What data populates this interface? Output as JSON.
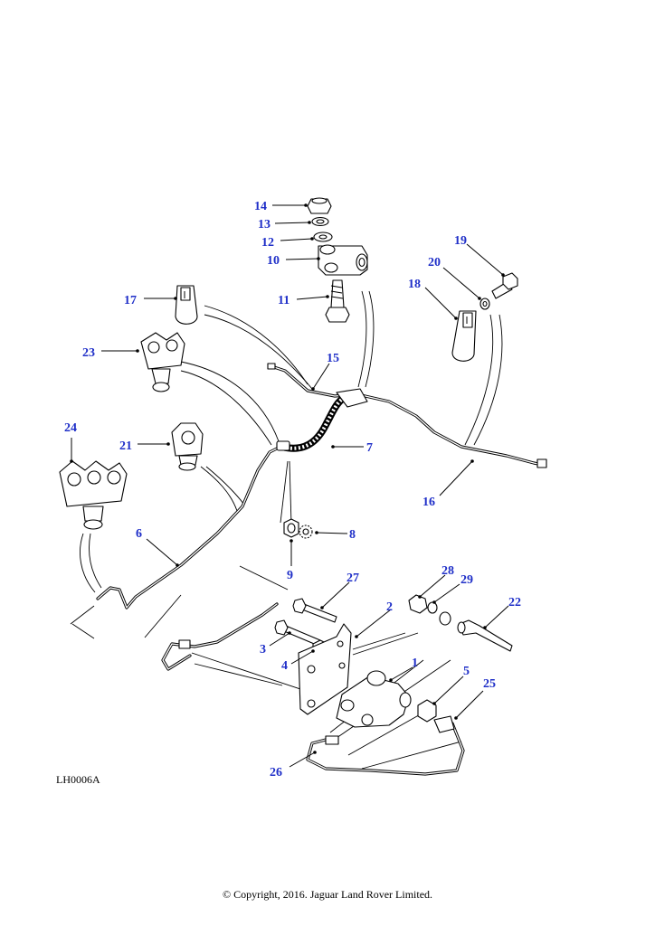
{
  "diagram": {
    "reference_code": "LH0006A",
    "copyright": "© Copyright, 2016. Jaguar Land Rover Limited.",
    "callouts": [
      "1",
      "2",
      "3",
      "4",
      "5",
      "6",
      "7",
      "8",
      "9",
      "10",
      "11",
      "12",
      "13",
      "14",
      "15",
      "16",
      "17",
      "18",
      "19",
      "20",
      "21",
      "22",
      "23",
      "24",
      "25",
      "26",
      "27",
      "28",
      "29"
    ],
    "callout_color": "#1f2fc8"
  }
}
